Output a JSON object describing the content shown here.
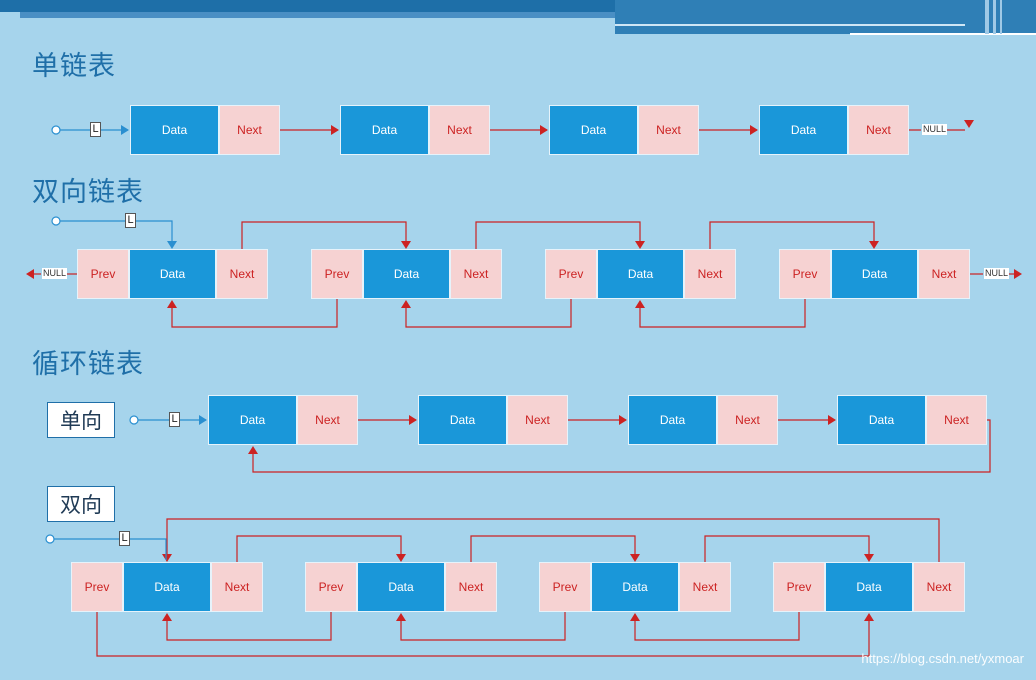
{
  "sections": {
    "singly": "单链表",
    "doubly": "双向链表",
    "circular": "循环链表",
    "circular_one_way": "单向",
    "circular_two_way": "双向"
  },
  "node": {
    "data": "Data",
    "next": "Next",
    "prev": "Prev"
  },
  "head_label": "L",
  "null_label": "NULL",
  "watermark": "https://blog.csdn.net/yxmoar"
}
